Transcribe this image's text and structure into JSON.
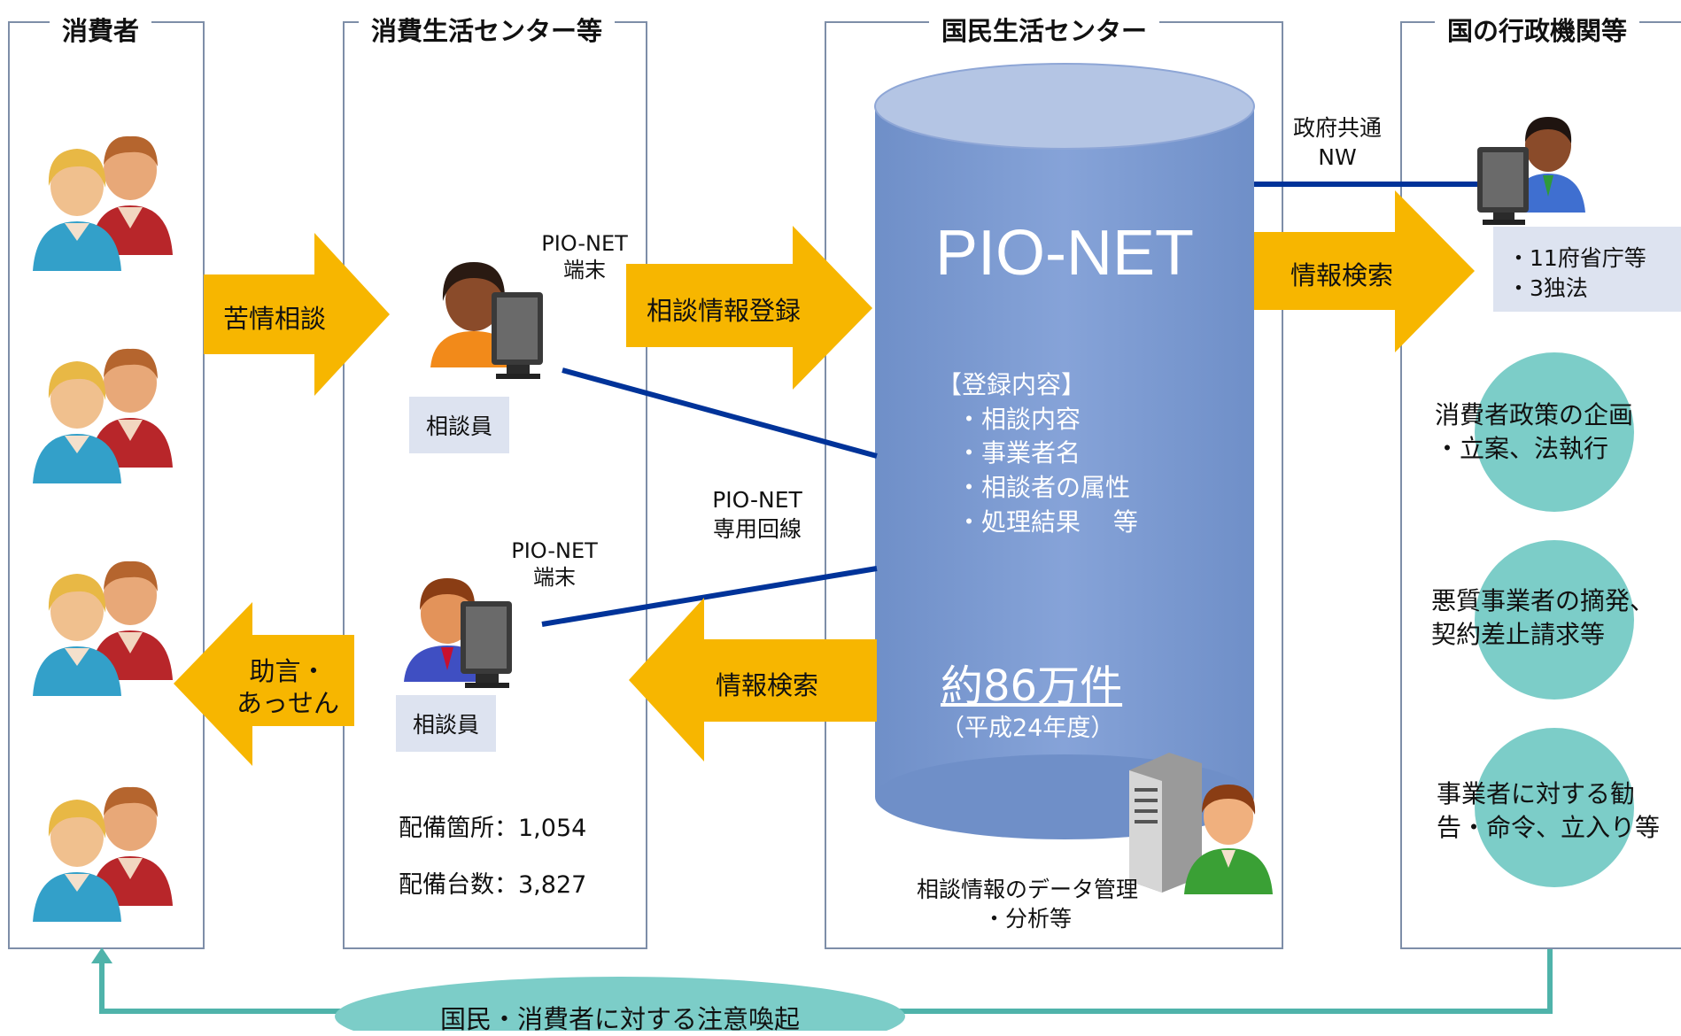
{
  "panels": {
    "consumer": "消費者",
    "center": "消費生活センター等",
    "national": "国民生活センター",
    "gov": "国の行政機関等"
  },
  "arrows": {
    "complaint": "苦情相談",
    "register": "相談情報登録",
    "search_gov": "情報検索",
    "search_back": "情報検索",
    "advice_line1": "助言・",
    "advice_line2": "あっせん"
  },
  "terminals": {
    "top_label_line1": "PIO-NET",
    "top_label_line2": "端末",
    "bottom_label_line1": "PIO-NET",
    "bottom_label_line2": "端末",
    "counselor_top": "相談員",
    "counselor_bottom": "相談員"
  },
  "line_label": {
    "line1": "PIO-NET",
    "line2": "専用回線"
  },
  "gov_network": {
    "line1": "政府共通",
    "line2": "NW"
  },
  "database": {
    "title": "PIO-NET",
    "contents_heading": "【登録内容】",
    "contents": [
      "・相談内容",
      "・事業者名",
      "・相談者の属性",
      "・処理結果　 等"
    ],
    "count": "約86万件",
    "count_note": "（平成24年度）"
  },
  "data_mgmt": {
    "line1": "相談情報のデータ管理",
    "line2": "・分析等"
  },
  "deployment": {
    "locations": "配備箇所：1,054",
    "units": "配備台数：3,827"
  },
  "gov_agencies": {
    "line1": "・11府省庁等",
    "line2": "・3独法"
  },
  "gov_actions": [
    {
      "line1": "消費者政策の企画",
      "line2": "・立案、法執行"
    },
    {
      "line1": "悪質事業者の摘発、",
      "line2": "契約差止請求等"
    },
    {
      "line1": "事業者に対する勧",
      "line2": "告・命令、立入り等"
    }
  ],
  "bottom": {
    "alert": "国民・消費者に対する注意喚起"
  },
  "colors": {
    "panel_border": "#7e8ea8",
    "arrow": "#f7b600",
    "cylinder": "#7b9bd2",
    "cylinder_top": "#b4c5e4",
    "line": "#003399",
    "teal": "#7ccdc8",
    "teal_line": "#4fb3aa",
    "label_bg": "#dde3f0"
  }
}
